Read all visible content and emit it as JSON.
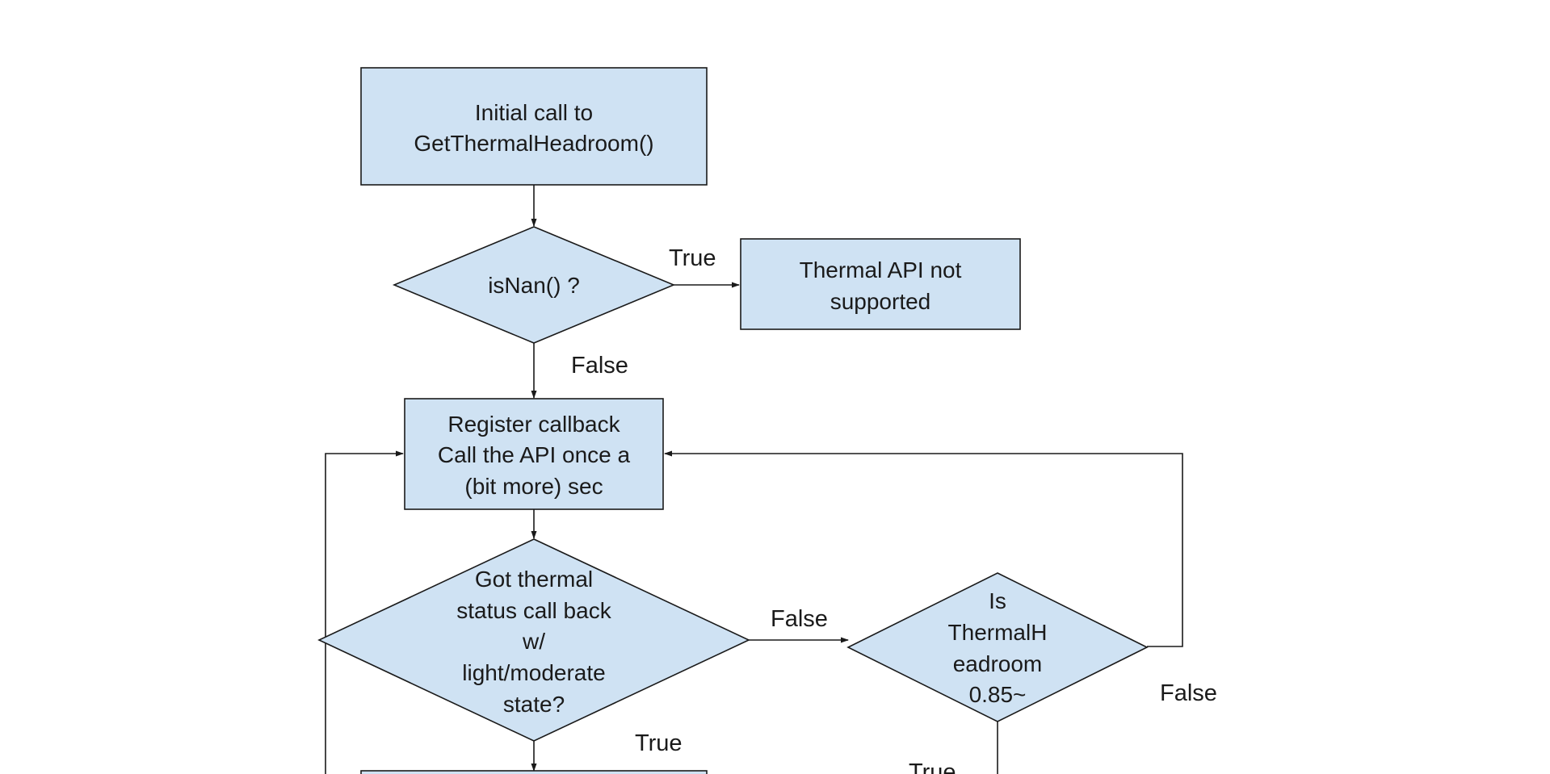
{
  "colors": {
    "node_fill": "#cfe2f3",
    "stroke": "#1a1a1a",
    "background": "#ffffff"
  },
  "nodes": {
    "initial_call": [
      "Initial call to",
      "GetThermalHeadroom()"
    ],
    "is_nan": [
      "isNan() ?"
    ],
    "not_supported": [
      "Thermal API not",
      "supported"
    ],
    "register_callback": [
      "Register callback",
      "Call the API once a",
      "(bit more) sec"
    ],
    "got_status": [
      "Got thermal",
      "status call back",
      "w/",
      "light/moderate",
      "state?"
    ],
    "is_headroom": [
      "Is",
      "ThermalH",
      "eadroom",
      "0.85~"
    ]
  },
  "edge_labels": {
    "isnan_true": "True",
    "isnan_false": "False",
    "got_status_false": "False",
    "got_status_true": "True",
    "headroom_false": "False",
    "headroom_true": "True"
  }
}
